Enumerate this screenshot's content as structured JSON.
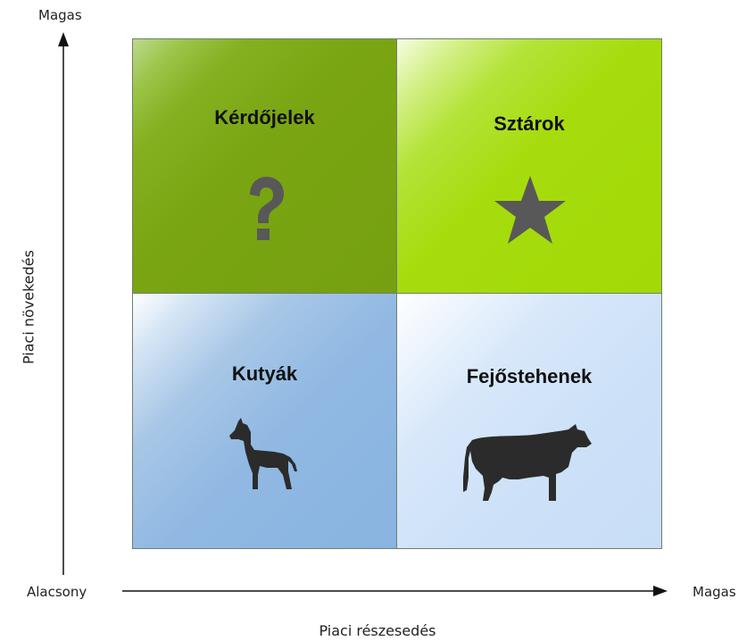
{
  "axes": {
    "y_top_label": "Magas",
    "y_title": "Piaci növekedés",
    "x_left_label": "Alacsony",
    "x_right_label": "Magas",
    "x_title": "Piaci részesedés"
  },
  "quadrants": {
    "question_marks": {
      "title": "Kérdőjelek",
      "icon": "question-mark-icon",
      "color": "#7aa512"
    },
    "stars": {
      "title": "Sztárok",
      "icon": "star-icon",
      "color": "#a6dc0c"
    },
    "dogs": {
      "title": "Kutyák",
      "icon": "dog-icon",
      "color": "#89b4e1"
    },
    "cash_cows": {
      "title": "Fejőstehenek",
      "icon": "cow-icon",
      "color": "#c8def7"
    }
  },
  "icon_color": "#585858"
}
